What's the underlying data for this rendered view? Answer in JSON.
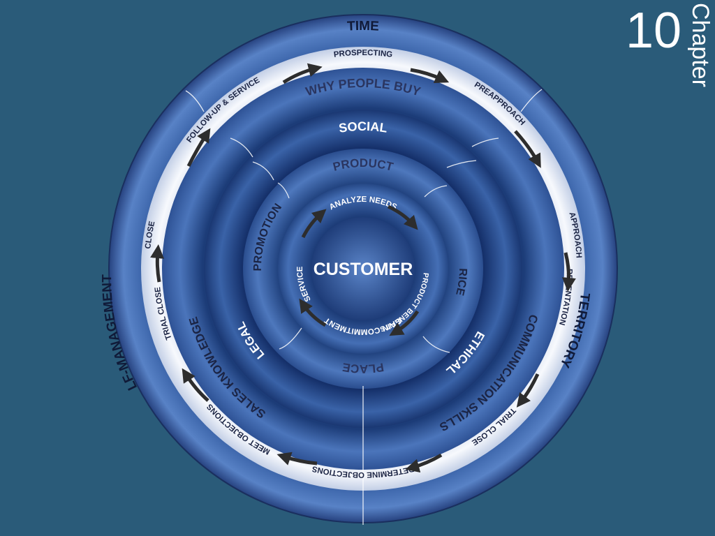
{
  "chapter": {
    "number": "10",
    "word": "Chapter"
  },
  "colors": {
    "background": "#2a5b79",
    "ring_dark": "#14326a",
    "ring_light": "#4d77bd",
    "band": "#e9eef8",
    "arrow": "#2d2d2d",
    "text_dark": "#1b2444",
    "text_light": "#ffffff"
  },
  "outer_ring": {
    "time": "TIME",
    "territory": "TERRITORY",
    "self_management": "SELF-MANAGEMENT"
  },
  "process_steps": {
    "prospecting": "PROSPECTING",
    "preapproach": "PREAPPROACH",
    "approach": "APPROACH",
    "presentation": "PRESENTATION",
    "trial_close_right": "TRIAL CLOSE",
    "determine_objections": "DETERMINE OBJECTIONS",
    "meet_objections": "MEET OBJECTIONS",
    "trial_close_left": "TRIAL CLOSE",
    "close": "CLOSE",
    "follow_up": "FOLLOW-UP & SERVICE"
  },
  "knowledge_ring": {
    "why_people_buy": "WHY PEOPLE BUY",
    "communication_skills": "COMMUNICATION SKILLS",
    "sales_knowledge": "SALES KNOWLEDGE"
  },
  "ethics_ring": {
    "social": "SOCIAL",
    "ethical": "ETHICAL",
    "legal": "LEGAL"
  },
  "marketing_mix": {
    "product": "PRODUCT",
    "price": "PRICE",
    "place": "PLACE",
    "promotion": "PROMOTION"
  },
  "inner_cycle": {
    "analyze_needs": "ANALYZE NEEDS",
    "present_benefits": "PRESENT PRODUCT BENEFITS",
    "gain_commitment": "GAIN COMMITMENT",
    "service": "SERVICE"
  },
  "center": {
    "customer": "CUSTOMER"
  }
}
